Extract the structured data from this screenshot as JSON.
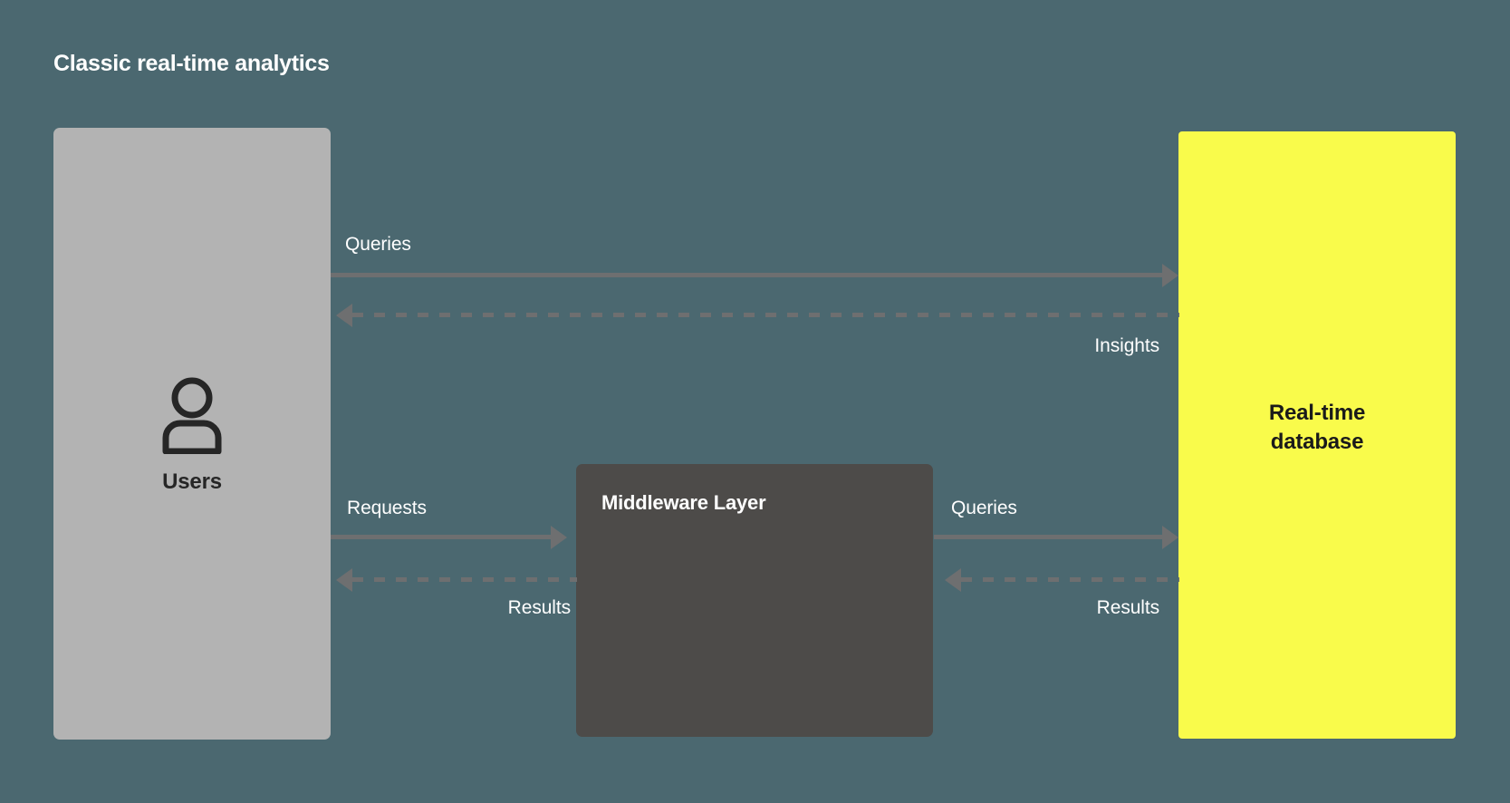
{
  "title": "Classic real-time analytics",
  "colors": {
    "background": "#4B6870",
    "users_box": "#B3B3B3",
    "middleware_box": "#4D4B49",
    "database_box": "#F9FB4B",
    "connector": "#6E6F70",
    "label_text": "#FFFFFF",
    "dark_text": "#1A1A1A"
  },
  "nodes": {
    "users": {
      "label": "Users",
      "icon": "user-icon"
    },
    "middleware": {
      "label": "Middleware Layer"
    },
    "database": {
      "label": "Real-time\ndatabase",
      "line1": "Real-time",
      "line2": "database"
    }
  },
  "edges": [
    {
      "id": "users-to-database-queries",
      "label": "Queries",
      "style": "solid",
      "direction": "right",
      "from": "users",
      "to": "database"
    },
    {
      "id": "database-to-users-insights",
      "label": "Insights",
      "style": "dashed",
      "direction": "left",
      "from": "database",
      "to": "users"
    },
    {
      "id": "users-to-middleware-requests",
      "label": "Requests",
      "style": "solid",
      "direction": "right",
      "from": "users",
      "to": "middleware"
    },
    {
      "id": "middleware-to-users-results",
      "label": "Results",
      "style": "dashed",
      "direction": "left",
      "from": "middleware",
      "to": "users"
    },
    {
      "id": "middleware-to-database-queries",
      "label": "Queries",
      "style": "solid",
      "direction": "right",
      "from": "middleware",
      "to": "database"
    },
    {
      "id": "database-to-middleware-results",
      "label": "Results",
      "style": "dashed",
      "direction": "left",
      "from": "database",
      "to": "middleware"
    }
  ]
}
